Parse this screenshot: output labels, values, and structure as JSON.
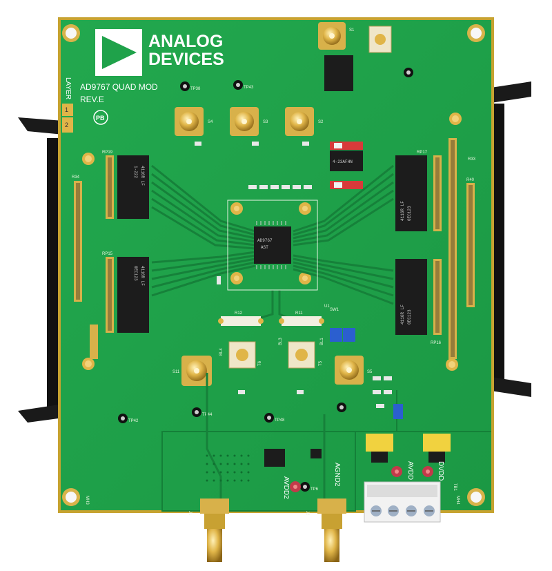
{
  "board": {
    "brand_line1": "ANALOG",
    "brand_line2": "DEVICES",
    "model": "AD9767  QUAD MOD",
    "revision": "REV.E",
    "layer_label": "LAYER",
    "layer_1": "1",
    "layer_2": "2",
    "pb_mark": "PB"
  },
  "labels": {
    "avdd": "AVDD",
    "dvdd": "DVDD",
    "avdd2": "AVDD2",
    "agnd2": "AGND2",
    "s4": "S4",
    "s3": "S3",
    "s2": "S2",
    "s1": "S1",
    "s5": "S5",
    "s11": "S11",
    "j1": "J1",
    "j2": "J2",
    "r34": "R34",
    "r40": "R40",
    "r33": "R33",
    "rp19": "RP19",
    "rp15": "RP15",
    "rp16": "RP16",
    "rp17": "RP17",
    "t6": "T6",
    "t5": "T5",
    "bl3": "BL3",
    "bl1": "BL1",
    "bl4": "BL4",
    "r12": "R12",
    "r11": "R11",
    "tb1": "TB1",
    "mh3": "MH3",
    "mh4": "MH4",
    "tp38": "TP38",
    "tp43": "TP43",
    "tp42": "TP42",
    "tp44": "TP44",
    "tp48": "TP48",
    "tp6": "TP6",
    "u1": "U1",
    "sw1": "SW1"
  },
  "chips": {
    "resistor_pack": "4116R LF",
    "resistor_value": "1-222",
    "resistor_code": "0EC123",
    "dac_line1": "AD9767",
    "dac_line2": "AST",
    "dip_switch": "4-23AFHN"
  },
  "colors": {
    "pcb": "#1fa24a",
    "pcb_dark": "#178a3c",
    "trace": "#16813a",
    "gold": "#d7a93a",
    "silk": "#ffffff",
    "ic": "#1c1c1c",
    "red": "#d83a3a",
    "blue": "#2b5fcf"
  }
}
